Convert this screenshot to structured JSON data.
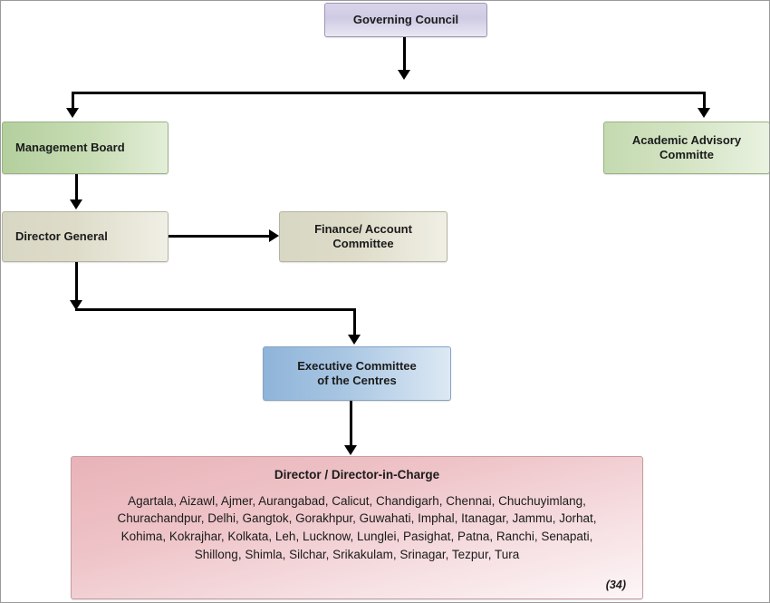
{
  "diagram": {
    "type": "organization-chart",
    "nodes": {
      "governing_council": {
        "label": "Governing Council",
        "color": "#cfcbe4"
      },
      "management_board": {
        "label": "Management Board",
        "color": "#b4cf9e"
      },
      "academic_advisory": {
        "label": "Academic Advisory\nCommitte",
        "line1": "Academic Advisory",
        "line2": "Committe",
        "color": "#c4dab0"
      },
      "director_general": {
        "label": "Director General",
        "color": "#d8d7c4"
      },
      "finance_committee": {
        "line1": "Finance/ Account",
        "line2": "Committee",
        "color": "#d8d7c4"
      },
      "executive_committee": {
        "line1": "Executive Committee",
        "line2": "of the Centres",
        "color": "#8fb4d9"
      },
      "director_in_charge": {
        "title": "Director / Director-in-Charge",
        "centres_text": "Agartala, Aizawl, Ajmer, Aurangabad, Calicut, Chandigarh, Chennai, Chuchuyimlang, Churachandpur, Delhi, Gangtok, Gorakhpur, Guwahati, Imphal, Itanagar, Jammu, Jorhat, Kohima, Kokrajhar, Kolkata, Leh, Lucknow, Lunglei, Pasighat, Patna, Ranchi, Senapati, Shillong, Shimla, Silchar, Srikakulam, Srinagar, Tezpur, Tura",
        "count_label": "(34)",
        "color": "#e8b3b9"
      }
    },
    "connector_color": "#000000"
  }
}
